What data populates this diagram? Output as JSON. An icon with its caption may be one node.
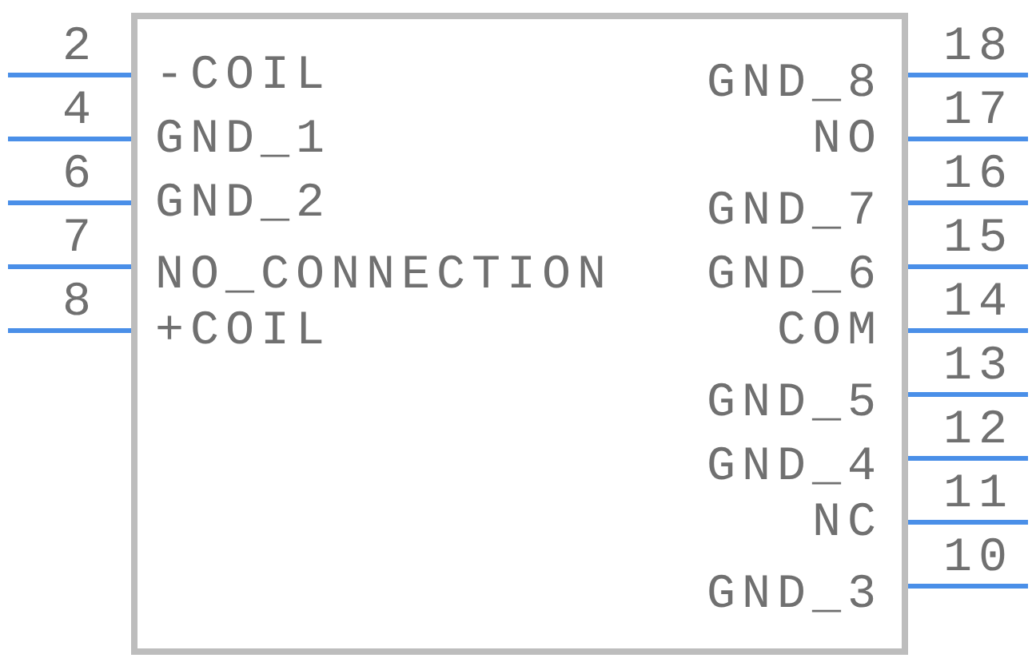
{
  "diagram": {
    "labels": [
      "2",
      "-COIL",
      "18",
      "GND_8",
      "4",
      "17",
      "GND_1",
      "NO",
      "6",
      "16",
      "GND_2",
      "GND_7",
      "7",
      "15",
      "NO_CONNECTION",
      "GND_6",
      "8",
      "14",
      "+COIL",
      "COM",
      "13",
      "GND_5",
      "12",
      "GND_4",
      "11",
      "NC",
      "10",
      "GND_3"
    ]
  }
}
